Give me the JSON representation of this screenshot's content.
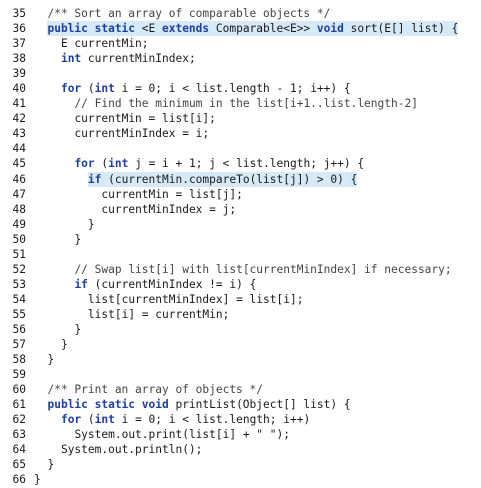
{
  "listing": {
    "lines": [
      {
        "number": "35",
        "indent": 2,
        "highlight": false,
        "segments": [
          {
            "t": "cm",
            "text": "/** Sort an array of comparable objects */"
          }
        ]
      },
      {
        "number": "36",
        "indent": 2,
        "highlight": true,
        "segments": [
          {
            "t": "kw",
            "text": "public static"
          },
          {
            "t": "p",
            "text": " <E "
          },
          {
            "t": "kw",
            "text": "extends"
          },
          {
            "t": "p",
            "text": " Comparable<E>> "
          },
          {
            "t": "kw",
            "text": "void"
          },
          {
            "t": "p",
            "text": " sort(E[] list) {"
          }
        ]
      },
      {
        "number": "37",
        "indent": 4,
        "highlight": false,
        "segments": [
          {
            "t": "p",
            "text": "E currentMin;"
          }
        ]
      },
      {
        "number": "38",
        "indent": 4,
        "highlight": false,
        "segments": [
          {
            "t": "kw",
            "text": "int"
          },
          {
            "t": "p",
            "text": " currentMinIndex;"
          }
        ]
      },
      {
        "number": "39",
        "indent": 0,
        "highlight": false,
        "segments": []
      },
      {
        "number": "40",
        "indent": 4,
        "highlight": false,
        "segments": [
          {
            "t": "kw",
            "text": "for"
          },
          {
            "t": "p",
            "text": " ("
          },
          {
            "t": "kw",
            "text": "int"
          },
          {
            "t": "p",
            "text": " i = 0; i < list.length - 1; i++) {"
          }
        ]
      },
      {
        "number": "41",
        "indent": 6,
        "highlight": false,
        "segments": [
          {
            "t": "cm",
            "text": "// Find the minimum in the list[i+1..list.length-2]"
          }
        ]
      },
      {
        "number": "42",
        "indent": 6,
        "highlight": false,
        "segments": [
          {
            "t": "p",
            "text": "currentMin = list[i];"
          }
        ]
      },
      {
        "number": "43",
        "indent": 6,
        "highlight": false,
        "segments": [
          {
            "t": "p",
            "text": "currentMinIndex = i;"
          }
        ]
      },
      {
        "number": "44",
        "indent": 0,
        "highlight": false,
        "segments": []
      },
      {
        "number": "45",
        "indent": 6,
        "highlight": false,
        "segments": [
          {
            "t": "kw",
            "text": "for"
          },
          {
            "t": "p",
            "text": " ("
          },
          {
            "t": "kw",
            "text": "int"
          },
          {
            "t": "p",
            "text": " j = i + 1; j < list.length; j++) {"
          }
        ]
      },
      {
        "number": "46",
        "indent": 8,
        "highlight": true,
        "segments": [
          {
            "t": "kw",
            "text": "if"
          },
          {
            "t": "p",
            "text": " (currentMin.compareTo(list[j]) > 0) {"
          }
        ]
      },
      {
        "number": "47",
        "indent": 10,
        "highlight": false,
        "segments": [
          {
            "t": "p",
            "text": "currentMin = list[j];"
          }
        ]
      },
      {
        "number": "48",
        "indent": 10,
        "highlight": false,
        "segments": [
          {
            "t": "p",
            "text": "currentMinIndex = j;"
          }
        ]
      },
      {
        "number": "49",
        "indent": 8,
        "highlight": false,
        "segments": [
          {
            "t": "p",
            "text": "}"
          }
        ]
      },
      {
        "number": "50",
        "indent": 6,
        "highlight": false,
        "segments": [
          {
            "t": "p",
            "text": "}"
          }
        ]
      },
      {
        "number": "51",
        "indent": 0,
        "highlight": false,
        "segments": []
      },
      {
        "number": "52",
        "indent": 6,
        "highlight": false,
        "segments": [
          {
            "t": "cm",
            "text": "// Swap list[i] with list[currentMinIndex] if necessary;"
          }
        ]
      },
      {
        "number": "53",
        "indent": 6,
        "highlight": false,
        "segments": [
          {
            "t": "kw",
            "text": "if"
          },
          {
            "t": "p",
            "text": " (currentMinIndex != i) {"
          }
        ]
      },
      {
        "number": "54",
        "indent": 8,
        "highlight": false,
        "segments": [
          {
            "t": "p",
            "text": "list[currentMinIndex] = list[i];"
          }
        ]
      },
      {
        "number": "55",
        "indent": 8,
        "highlight": false,
        "segments": [
          {
            "t": "p",
            "text": "list[i] = currentMin;"
          }
        ]
      },
      {
        "number": "56",
        "indent": 6,
        "highlight": false,
        "segments": [
          {
            "t": "p",
            "text": "}"
          }
        ]
      },
      {
        "number": "57",
        "indent": 4,
        "highlight": false,
        "segments": [
          {
            "t": "p",
            "text": "}"
          }
        ]
      },
      {
        "number": "58",
        "indent": 2,
        "highlight": false,
        "segments": [
          {
            "t": "p",
            "text": "}"
          }
        ]
      },
      {
        "number": "59",
        "indent": 0,
        "highlight": false,
        "segments": []
      },
      {
        "number": "60",
        "indent": 2,
        "highlight": false,
        "segments": [
          {
            "t": "cm",
            "text": "/** Print an array of objects */"
          }
        ]
      },
      {
        "number": "61",
        "indent": 2,
        "highlight": false,
        "segments": [
          {
            "t": "kw",
            "text": "public static void"
          },
          {
            "t": "p",
            "text": " printList(Object[] list) {"
          }
        ]
      },
      {
        "number": "62",
        "indent": 4,
        "highlight": false,
        "segments": [
          {
            "t": "kw",
            "text": "for"
          },
          {
            "t": "p",
            "text": " ("
          },
          {
            "t": "kw",
            "text": "int"
          },
          {
            "t": "p",
            "text": " i = 0; i < list.length; i++)"
          }
        ]
      },
      {
        "number": "63",
        "indent": 6,
        "highlight": false,
        "segments": [
          {
            "t": "p",
            "text": "System.out.print(list[i] + \" \");"
          }
        ]
      },
      {
        "number": "64",
        "indent": 4,
        "highlight": false,
        "segments": [
          {
            "t": "p",
            "text": "System.out.println();"
          }
        ]
      },
      {
        "number": "65",
        "indent": 2,
        "highlight": false,
        "segments": [
          {
            "t": "p",
            "text": "}"
          }
        ]
      },
      {
        "number": "66",
        "indent": 0,
        "highlight": false,
        "segments": [
          {
            "t": "p",
            "text": "}"
          }
        ]
      }
    ]
  }
}
